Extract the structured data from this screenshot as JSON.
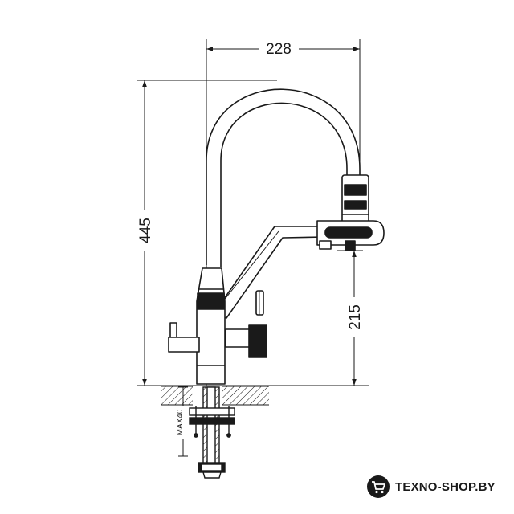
{
  "dimensions": {
    "width": "228",
    "height": "445",
    "spout_height": "215",
    "max_thickness": "MAX40"
  },
  "brand": {
    "name": "TEXNO-SHOP.BY",
    "logo_icon": "shopping-cart-icon"
  },
  "colors": {
    "line": "#1a1a1a",
    "background": "#ffffff"
  }
}
